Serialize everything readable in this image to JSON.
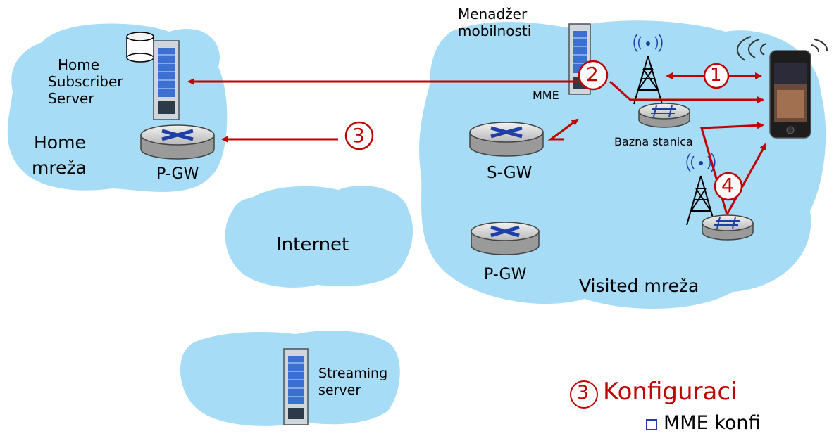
{
  "colors": {
    "cloud": "#a6dcf6",
    "arrow": "#c00000",
    "router_top": "#e6e6e6",
    "router_cross": "#1f3fa8",
    "server": "#cfd6dc",
    "server_stripes": "#3b6fd0"
  },
  "labels": {
    "hss": [
      "Home",
      "Subscriber",
      "Server"
    ],
    "home_network": [
      "Home",
      "mreža"
    ],
    "home_pgw": "P-GW",
    "mobility_manager": [
      "Menadžer",
      "mobilnosti"
    ],
    "mme": "MME",
    "sgw": "S-GW",
    "visited_pgw": "P-GW",
    "base_station": "Bazna stanica",
    "visited_network": "Visited mreža",
    "internet": "Internet",
    "streaming": [
      "Streaming",
      "server"
    ]
  },
  "steps": [
    "1",
    "2",
    "3",
    "4"
  ],
  "slide_text": {
    "heading_step": "3",
    "heading": "Konfiguraci",
    "bullet": "MME konfi"
  }
}
